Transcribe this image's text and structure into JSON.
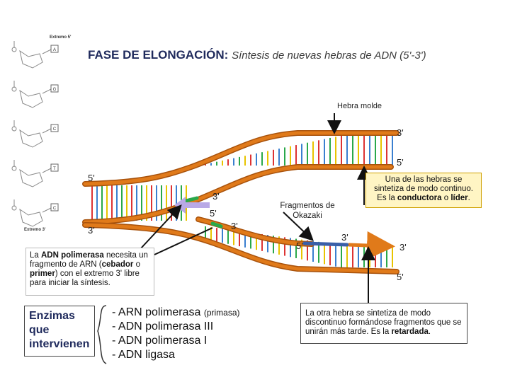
{
  "title": {
    "main": "FASE DE ELONGACIÓN:",
    "sub": "Síntesis de nuevas hebras de ADN (5'-3')"
  },
  "sidebar": {
    "top_label": "Extremo 5'",
    "bottom_label": "Extremo 3'",
    "bases": [
      "A",
      "G",
      "C",
      "T",
      "C"
    ]
  },
  "diagram": {
    "hebra_molde": "Hebra molde",
    "label_3_top": "3'",
    "label_5_top": "5'",
    "label_5_left": "5'",
    "label_3_left": "3'",
    "label_3_mid": "3'",
    "label_5_mid": "5'",
    "label_3_okazaki": "3'",
    "label_5_okazaki": "5'",
    "label_3_okazaki2": "3'",
    "label_3_right": "3'",
    "label_5_right": "5'",
    "okazaki": [
      "Fragmentos de",
      "Okazaki"
    ],
    "colors": {
      "strand": "#e07a1a",
      "strand_edge": "#a8520c",
      "new_strand_blue": "#3a5fa8",
      "arrow_lavender": "#b9a9e6",
      "note_bg": "#fff5c4"
    }
  },
  "notes": {
    "leading": {
      "before": "Una de las hebras se sintetiza de modo continuo. Es la ",
      "bold1": "conductora",
      "mid": " o ",
      "bold2": "líder",
      "after": "."
    },
    "primer": {
      "t1": "La ",
      "b1": "ADN polimerasa",
      "t2": " necesita un fragmento de ARN (",
      "b2": "cebador",
      "t3": " o ",
      "b3": "primer",
      "t4": ") con el extremo 3' libre para iniciar la síntesis."
    },
    "lagging": {
      "before": "La otra hebra se sintetiza de modo discontinuo formándose fragmentos que se unirán más tarde. Es la ",
      "bold": "retardada",
      "after": "."
    }
  },
  "enzymes": {
    "title_lines": [
      "Enzimas",
      "que",
      "intervienen"
    ],
    "items": [
      {
        "name": "- ARN polimerasa",
        "extra": "(primasa)"
      },
      {
        "name": "- ADN polimerasa III",
        "extra": ""
      },
      {
        "name": "- ADN polimerasa I",
        "extra": ""
      },
      {
        "name": "- ADN ligasa",
        "extra": ""
      }
    ]
  }
}
